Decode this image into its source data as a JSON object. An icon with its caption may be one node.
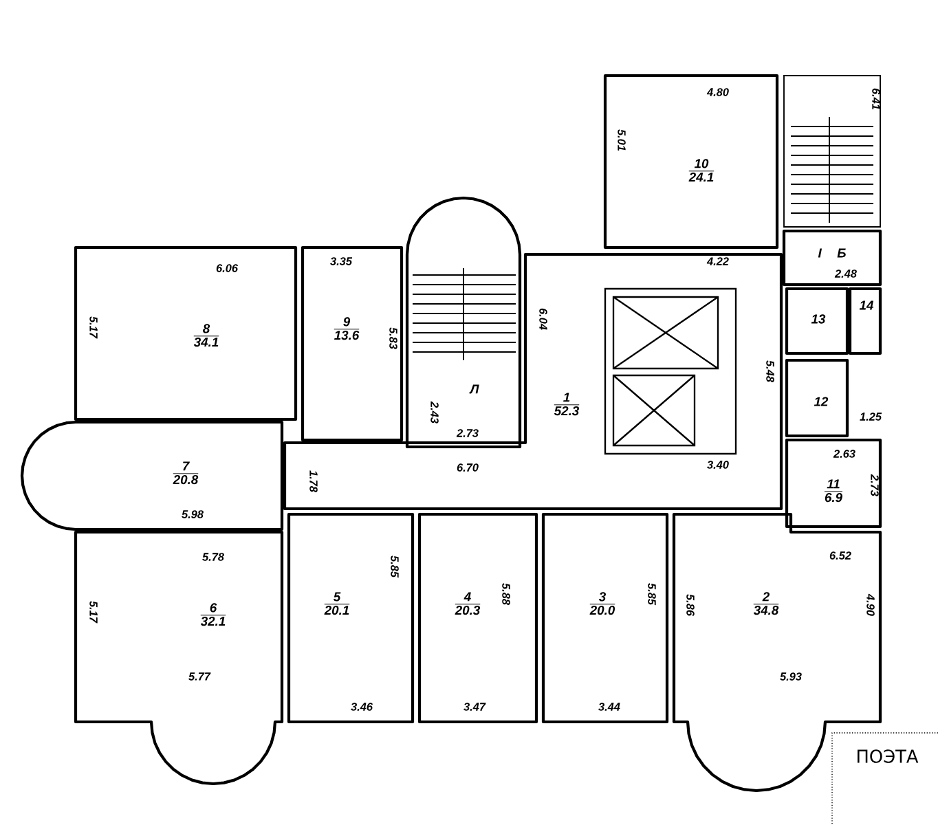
{
  "diagram": {
    "nodes": [
      {
        "text": [
          "10",
          "24.1"
        ]
      },
      {
        "text": [
          "I",
          "Б"
        ]
      },
      {
        "text": [
          "8",
          "34.1"
        ]
      },
      {
        "text": [
          "9",
          "13.6"
        ]
      },
      {
        "text": [
          "Л"
        ]
      },
      {
        "text": [
          "1",
          "52.3"
        ]
      },
      {
        "text": [
          "13"
        ]
      },
      {
        "text": [
          "14"
        ]
      },
      {
        "text": [
          "12"
        ]
      },
      {
        "text": [
          "7",
          "20.8"
        ]
      },
      {
        "text": [
          "11",
          "6.9"
        ]
      },
      {
        "text": [
          "5",
          "20.1"
        ]
      },
      {
        "text": [
          "4",
          "20.3"
        ]
      },
      {
        "text": [
          "3",
          "20.0"
        ]
      },
      {
        "text": [
          "2",
          "34.8"
        ]
      },
      {
        "text": [
          "6",
          "32.1"
        ]
      }
    ],
    "labels": [
      "4.80",
      "6.41",
      "5.01",
      "6.06",
      "3.35",
      "4.22",
      "2.48",
      "5.17",
      "5.83",
      "6.04",
      "5.48",
      "2.43",
      "2.73",
      "1.25",
      "1.78",
      "6.70",
      "3.40",
      "2.63",
      "2.73",
      "5.98",
      "5.78",
      "5.85",
      "6.52",
      "5.17",
      "5.88",
      "5.85",
      "5.86",
      "4.90",
      "5.77",
      "5.93",
      "3.46",
      "3.47",
      "3.44",
      "ПОЭТА"
    ]
  }
}
